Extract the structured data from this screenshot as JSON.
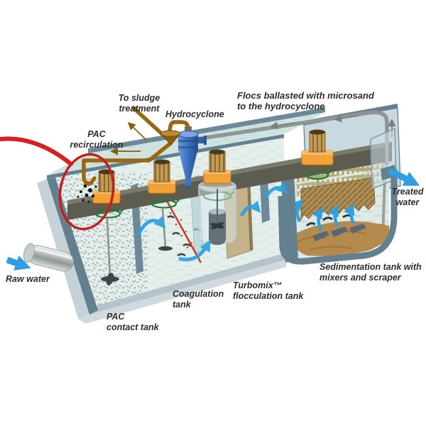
{
  "title": "Ballasted flocculation water treatment process diagram",
  "labels": {
    "to_sludge_treatment": "To sludge\ntreatment",
    "hydrocyclone": "Hydrocyclone",
    "flocs_ballasted": "Flocs ballasted with microsand\nto the hydrocyclone",
    "pac_recirculation": "PAC\nrecirculation",
    "treated_water": "Treated\nwater",
    "raw_water": "Raw water",
    "pac_contact_tank": "PAC\ncontact tank",
    "coagulation_tank": "Coagulation\ntank",
    "turbomix_flocculation_tank": "Turbomix™\nflocculation tank",
    "sedimentation_tank": "Sedimentation tank with\nmixers and scraper"
  },
  "colors": {
    "pipe_sludge_recirculation": "#9a6710",
    "pipe_microsand_return": "#8f9595",
    "hydrocyclone_body": "#3a6fc0",
    "flow_arrow": "#2f9fe0",
    "rotation_arrow": "#1e7a35",
    "annotation_highlight": "#d01f1f",
    "mixer_motor": "#f2a238",
    "tank_wall": "#64808f",
    "walkway": "#5d5c50",
    "lamella": "#b08e54",
    "sludge": "#b58a4e"
  }
}
